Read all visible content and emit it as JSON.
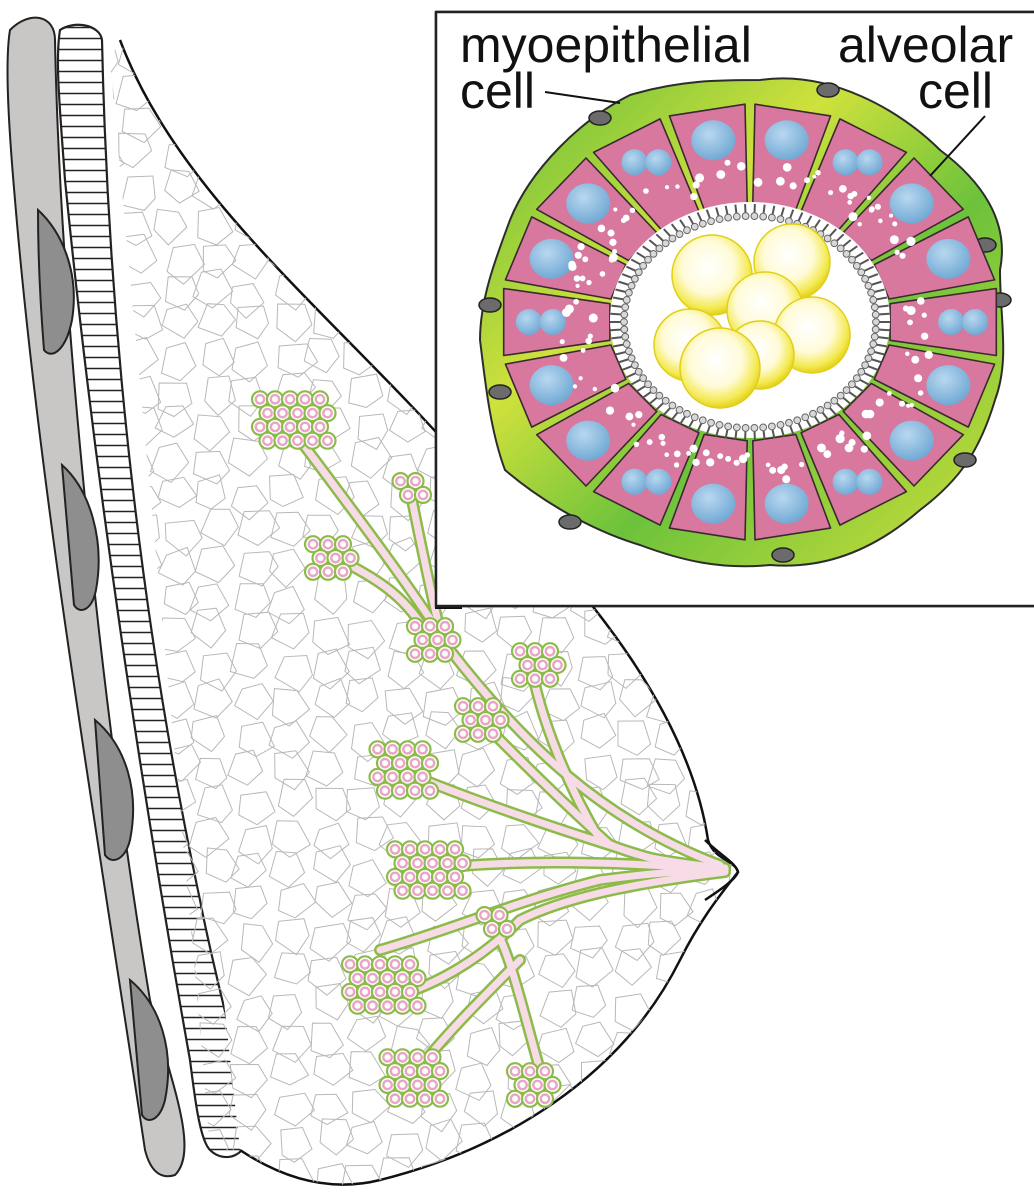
{
  "labels": {
    "myoepithelial_line1": "myoepithelial",
    "myoepithelial_line2": "cell",
    "alveolar_line1": "alveolar",
    "alveolar_line2": "cell"
  },
  "colors": {
    "rib": "#c9c6c6",
    "rib_shadow": "#8f8e8e",
    "adipose_line": "#b8b8b8",
    "lobule_outer": "#8dbb4a",
    "lobule_ring": "#e9a6c4",
    "duct": "#f2c7d8",
    "cell_pink": "#d9789f",
    "nucleus_blue": "#7fb3d9",
    "myoepithelial_green": "#6fc23c",
    "myoepithelial_yellow": "#d6e23a",
    "milk_yellow": "#f2e83a"
  }
}
